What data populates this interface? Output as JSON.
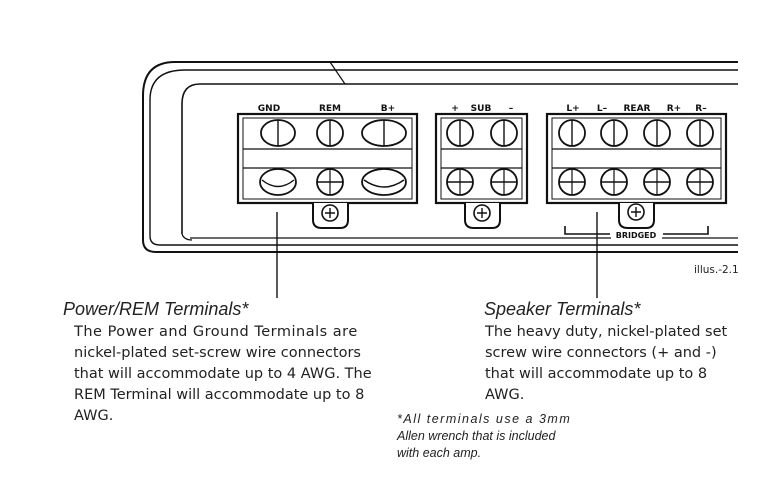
{
  "power_terminals": {
    "labels": [
      "GND",
      "REM",
      "B+"
    ]
  },
  "sub_terminals": {
    "labels": [
      "+",
      "SUB",
      "–"
    ]
  },
  "speaker_terminals": {
    "labels": [
      "L+",
      "L–",
      "REAR",
      "R+",
      "R–"
    ],
    "bridged_label": "BRIDGED"
  },
  "illustration_ref": "illus.-2.1",
  "power_block": {
    "heading": "Power/REM Terminals*",
    "lines": [
      "The Power and Ground Terminals are",
      "nickel-plated set-screw wire connectors",
      "that will accommodate up to 4 AWG. The",
      "REM Terminal will accommodate up to 8",
      "AWG."
    ]
  },
  "speaker_block": {
    "heading": "Speaker Terminals*",
    "lines": [
      "The heavy duty, nickel-plated set",
      "screw wire connectors (+ and -)",
      "that will accommodate up to 8",
      "AWG."
    ]
  },
  "footnote": {
    "lines": [
      "*All terminals use a 3mm",
      "Allen wrench that is included",
      "with each amp."
    ]
  },
  "icons": {
    "set_screw": "slotted-screw-icon",
    "wire_hole": "wire-opening-icon",
    "mount_screw": "phillips-screw-icon"
  }
}
